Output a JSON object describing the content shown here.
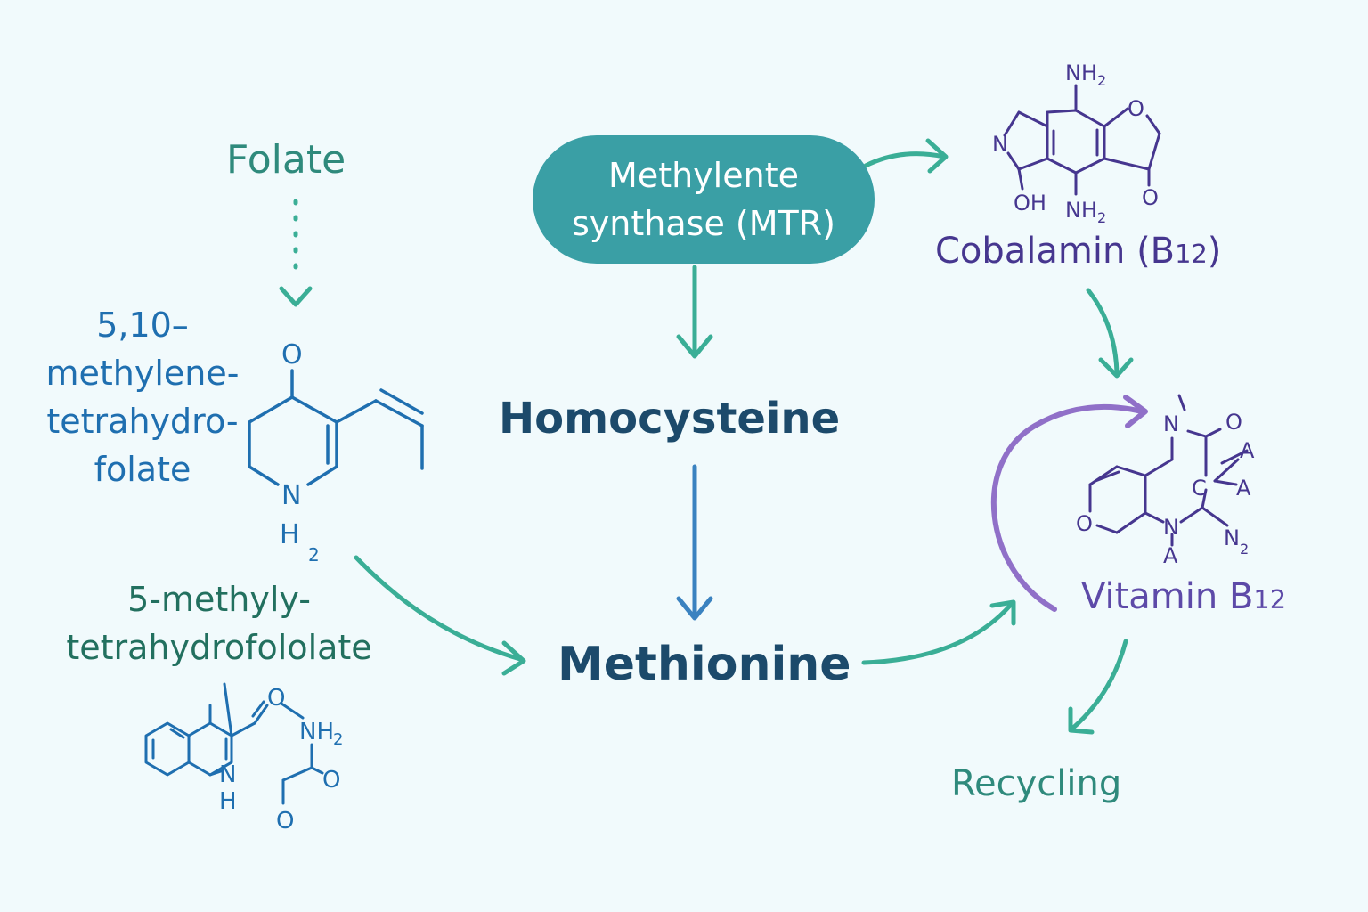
{
  "colors": {
    "background": "#f1fafc",
    "teal": "#3aae96",
    "teal_text": "#2f8a7c",
    "blue": "#1f6fb0",
    "navy": "#1c4a6b",
    "purple": "#46368f",
    "violet": "#9070c8",
    "enzyme_fill": "#3a9fa5"
  },
  "nodes": {
    "folate": "Folate",
    "mthf": {
      "line1": "5,10–",
      "line2": "methylene-",
      "line3": "tetrahydro-",
      "line4": "folate"
    },
    "methyl_thf": {
      "line1": "5-methyly-",
      "line2": "tetrahydrofololate"
    },
    "enzyme": {
      "line1": "Methylente",
      "line2": "synthase (MTR)"
    },
    "homocysteine": "Homocysteine",
    "methionine": "Methionine",
    "cobalamin": {
      "name": "Cobalamin (B",
      "sub": "12",
      "close": ")"
    },
    "vitamin_b12": {
      "name": "Vitamin B",
      "sub": "12"
    },
    "recycling": "Recycling"
  },
  "structures": {
    "mthf": {
      "o": "O",
      "n": "N",
      "h": "H",
      "sub2": "2"
    },
    "methyl_thf": {
      "o1": "O",
      "nh2": "NH",
      "sub2": "2",
      "n": "N",
      "h": "H",
      "o2": "O",
      "o3": "O"
    },
    "cobalamin": {
      "nh2_top": "NH",
      "o_ring": "O",
      "n": "N",
      "oh": "OH",
      "nh2_bottom": "NH",
      "sub2": "2",
      "o_keto": "O"
    },
    "vitamin_b12": {
      "n_top": "N",
      "o_top": "O",
      "a1": "A",
      "c": "C",
      "a2": "A",
      "o_ring": "O",
      "n_bottom": "N",
      "n2": "N",
      "sub2": "2",
      "a3": "A"
    }
  }
}
